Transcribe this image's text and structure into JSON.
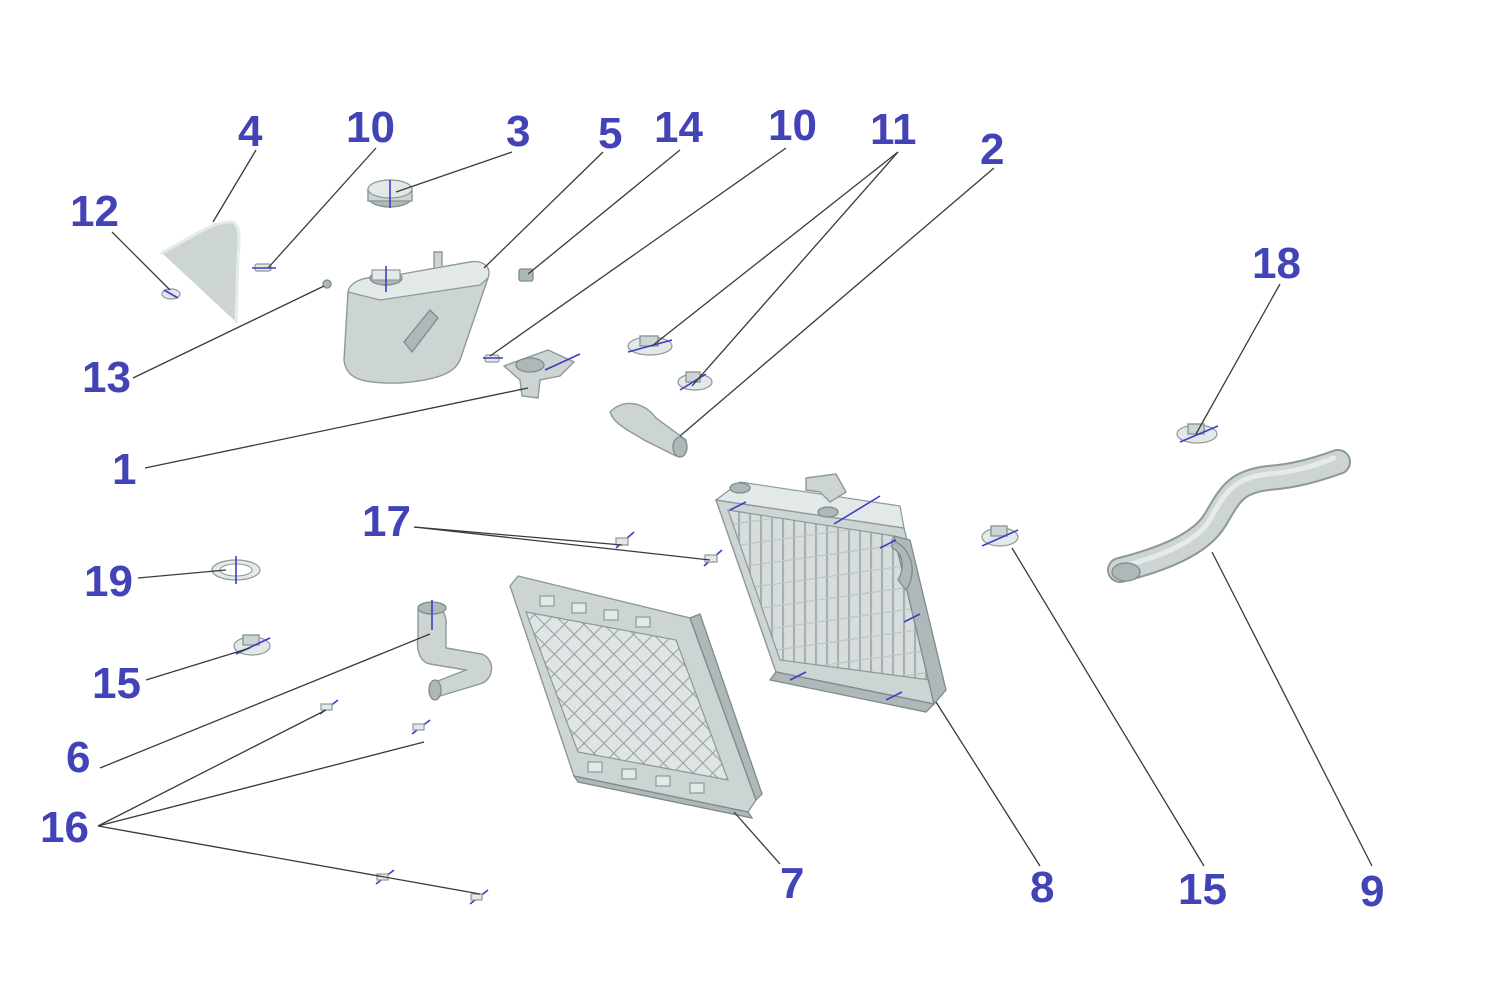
{
  "colors": {
    "callout": "#4343b8",
    "leader": "#3a3a3a",
    "part_fill": "#cdd4d4",
    "part_stroke": "#8e9898",
    "center_mark": "#3d3dc8",
    "background": "#ffffff"
  },
  "callouts": {
    "c1": "1",
    "c2": "2",
    "c3": "3",
    "c4": "4",
    "c5": "5",
    "c6": "6",
    "c7": "7",
    "c8": "8",
    "c9": "9",
    "c10a": "10",
    "c10b": "10",
    "c11": "11",
    "c12": "12",
    "c13": "13",
    "c14": "14",
    "c15a": "15",
    "c15b": "15",
    "c16": "16",
    "c17": "17",
    "c18": "18",
    "c19": "19"
  }
}
